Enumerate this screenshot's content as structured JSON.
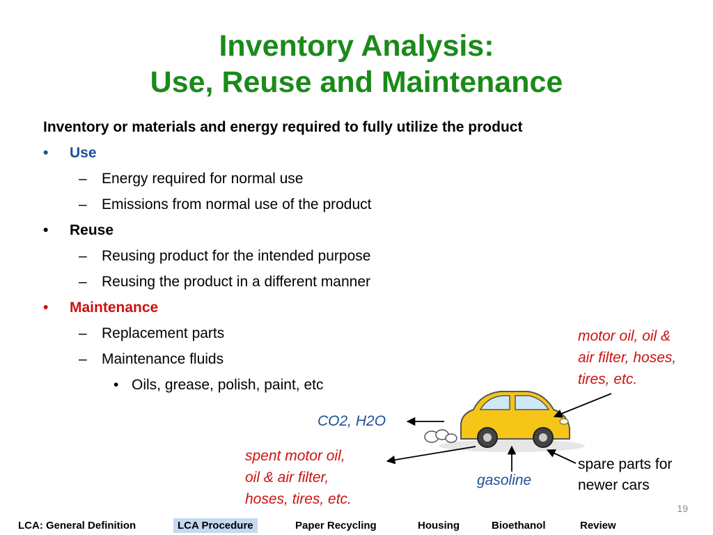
{
  "title": {
    "line1": "Inventory Analysis:",
    "line2": "Use, Reuse and Maintenance"
  },
  "intro": "Inventory or materials and energy required to fully utilize the product",
  "sections": [
    {
      "label": "Use",
      "color": "#1f4e9a",
      "items": [
        "Energy required for normal use",
        "Emissions from normal use of the product"
      ]
    },
    {
      "label": "Reuse",
      "color": "#000000",
      "items": [
        "Reusing product for the intended purpose",
        "Reusing the product in a different manner"
      ]
    },
    {
      "label": "Maintenance",
      "color": "#cc1111",
      "items": [
        "Replacement parts",
        "Maintenance fluids"
      ],
      "subitems": [
        "Oils, grease, polish, paint, etc"
      ]
    }
  ],
  "bullet_glyph": "•",
  "dash_glyph": "–",
  "annotations": {
    "co2": "CO2, H2O",
    "spent": [
      "spent motor oil,",
      "oil & air filter,",
      "hoses, tires, etc."
    ],
    "gasoline": "gasoline",
    "motor": [
      "motor oil, oil &",
      "air filter, hoses,",
      "tires, etc."
    ],
    "spare": [
      "spare parts for",
      "newer cars"
    ]
  },
  "page_number": "19",
  "nav": [
    {
      "label": "LCA: General Definition",
      "active": false
    },
    {
      "label": "LCA Procedure",
      "active": true
    },
    {
      "label": "Paper Recycling",
      "active": false
    },
    {
      "label": "Housing",
      "active": false
    },
    {
      "label": "Bioethanol",
      "active": false
    },
    {
      "label": "Review",
      "active": false
    }
  ],
  "colors": {
    "title": "#1a8a1a",
    "blue": "#1f4e9a",
    "red": "#cc1111",
    "car_body": "#f5c518",
    "nav_active": "#c5d9f1"
  },
  "icons": [
    "car-illustration",
    "arrow-icon"
  ]
}
